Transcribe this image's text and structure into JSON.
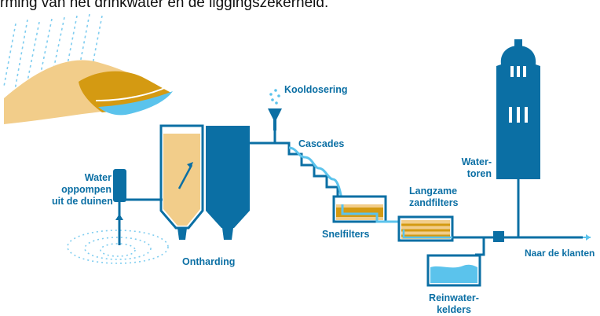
{
  "caption": "rming van het drinkwater en de liggingszekerheid.",
  "labels": {
    "kooldosering": "Kooldosering",
    "cascades": "Cascades",
    "water_oppompen": [
      "Water",
      "oppompen",
      "uit de duinen"
    ],
    "ontharding": "Ontharding",
    "snelfilters": "Snelfilters",
    "langzame_zandfilters": [
      "Langzame",
      "zandfilters"
    ],
    "watertoren": [
      "Water-",
      "toren"
    ],
    "naar_de_klanten": "Naar de klanten",
    "reinwaterkelders": [
      "Reinwater-",
      "kelders"
    ]
  },
  "colors": {
    "primary_blue": "#0b6fa4",
    "light_blue": "#5bc3ec",
    "sand": "#f2cd8a",
    "ochre": "#d49a12",
    "dot_blue": "#7fcdf0"
  }
}
